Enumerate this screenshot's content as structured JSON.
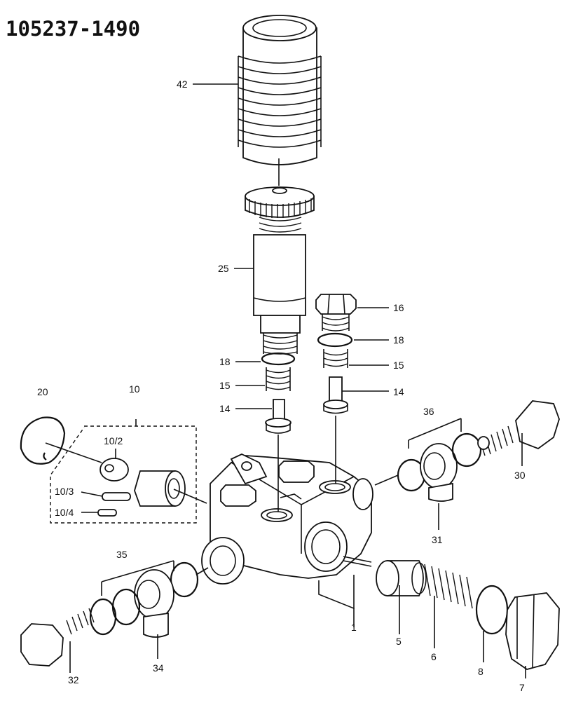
{
  "title": "105237-1490",
  "labels": {
    "p42": "42",
    "p25": "25",
    "p16": "16",
    "p18a": "18",
    "p18b": "18",
    "p15a": "15",
    "p15b": "15",
    "p14a": "14",
    "p14b": "14",
    "p20": "20",
    "p10": "10",
    "p10_2": "10/2",
    "p10_3": "10/3",
    "p10_4": "10/4",
    "p36": "36",
    "p30": "30",
    "p31": "31",
    "p35": "35",
    "p1": "1",
    "p5": "5",
    "p6": "6",
    "p8": "8",
    "p7": "7",
    "p32": "32",
    "p34": "34"
  }
}
